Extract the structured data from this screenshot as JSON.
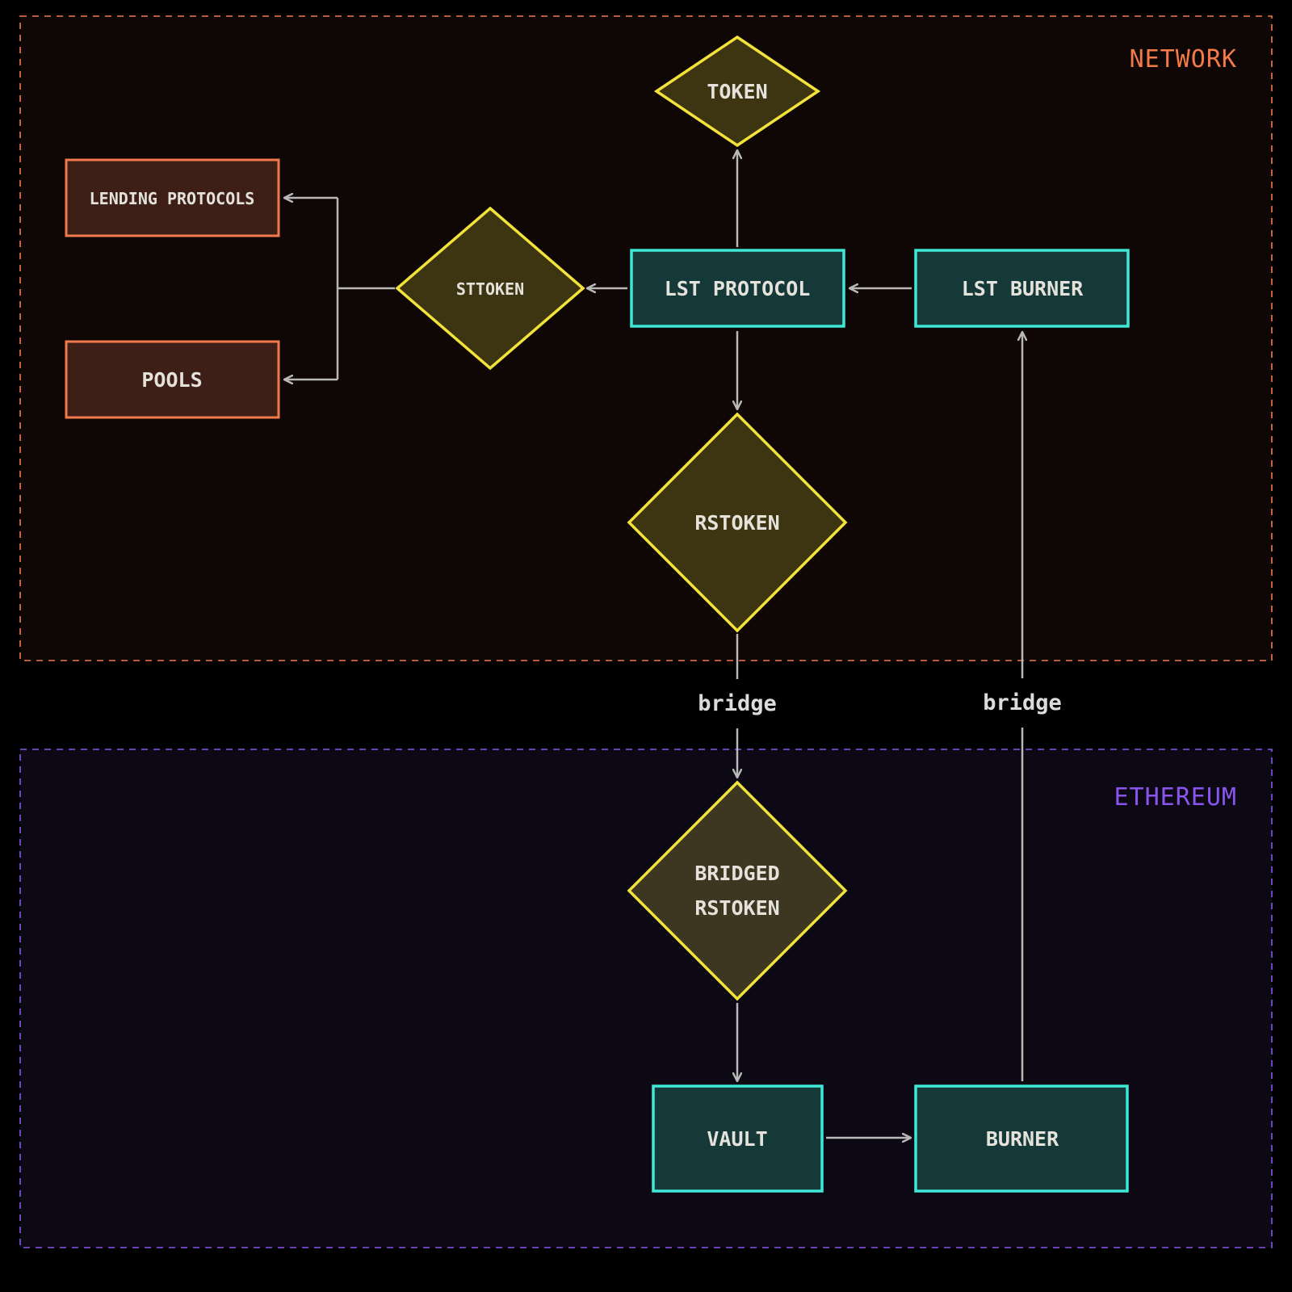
{
  "regions": {
    "network": {
      "label": "NETWORK",
      "color": "#f27a4a"
    },
    "ethereum": {
      "label": "ETHEREUM",
      "color": "#8a55ee"
    }
  },
  "nodes": {
    "token": "TOKEN",
    "lending_protocols": "LENDING PROTOCOLS",
    "pools": "POOLS",
    "sttoken": "STTOKEN",
    "lst_protocol": "LST PROTOCOL",
    "lst_burner": "LST BURNER",
    "rstoken": "RSTOKEN",
    "bridged_rstoken_line1": "BRIDGED",
    "bridged_rstoken_line2": "RSTOKEN",
    "vault": "VAULT",
    "burner": "BURNER"
  },
  "edges": {
    "bridge_left": "bridge",
    "bridge_right": "bridge"
  },
  "colors": {
    "background": "#000000",
    "network_fill": "#0e0706",
    "ethereum_fill": "#0c0915",
    "diamond_stroke": "#f2e23a",
    "diamond_fill": "#3d3512",
    "diamond_fill_bridged": "#3d3620",
    "teal_stroke": "#3ee8d6",
    "teal_fill": "#153939",
    "orange_stroke": "#f27a4a",
    "orange_fill": "#3e1f17"
  }
}
